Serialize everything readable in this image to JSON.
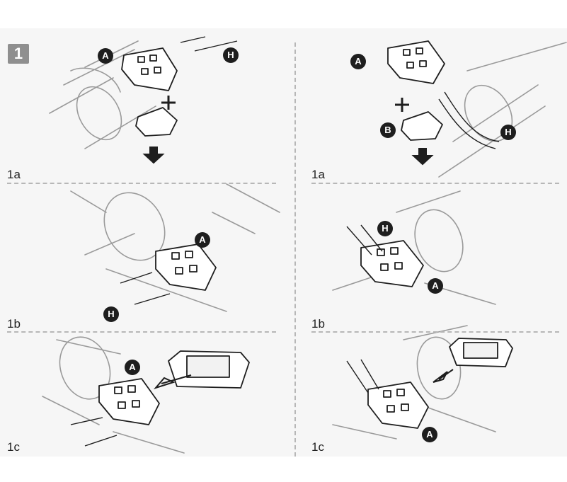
{
  "step": {
    "number": "1"
  },
  "panels": [
    {
      "id": "top-left",
      "label": "1a",
      "badges": [
        "A",
        "H"
      ]
    },
    {
      "id": "top-right",
      "label": "1a",
      "badges": [
        "A",
        "B",
        "H"
      ]
    },
    {
      "id": "mid-left",
      "label": "1b",
      "badges": [
        "A",
        "H"
      ]
    },
    {
      "id": "mid-right",
      "label": "1b",
      "badges": [
        "H",
        "A"
      ]
    },
    {
      "id": "bottom-left",
      "label": "1c",
      "badges": [
        "A"
      ]
    },
    {
      "id": "bottom-right",
      "label": "1c",
      "badges": [
        "A"
      ]
    }
  ],
  "colors": {
    "ink": "#1e1e1e",
    "sketch": "#9a9a9a",
    "divider": "#b7b7b7",
    "background": "#f6f6f6"
  }
}
